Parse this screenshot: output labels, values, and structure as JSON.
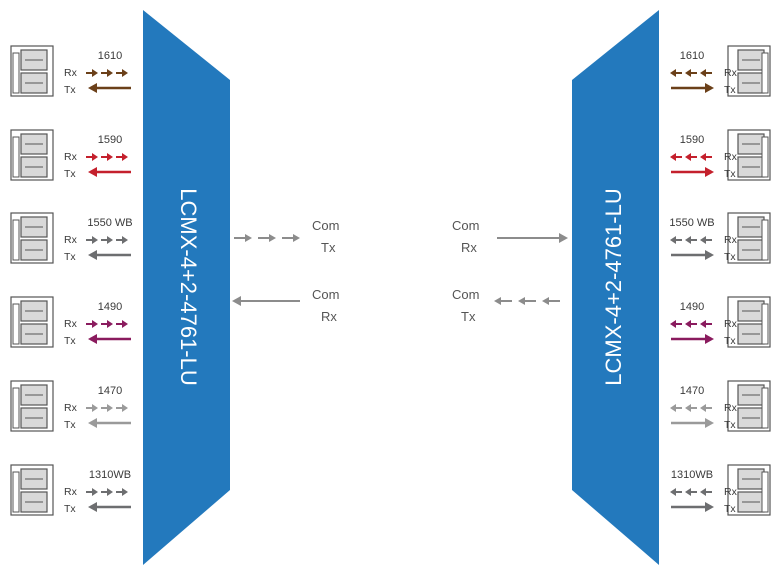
{
  "mux_left": {
    "label": "LCMX-4+2-4761-LU"
  },
  "mux_right": {
    "label": "LCMX-4+2-4761-LU"
  },
  "channels": [
    {
      "wavelength": "1610",
      "rx_label": "Rx",
      "tx_label": "Tx",
      "color": "#6b4019"
    },
    {
      "wavelength": "1590",
      "rx_label": "Rx",
      "tx_label": "Tx",
      "color": "#c4202c"
    },
    {
      "wavelength": "1550 WB",
      "rx_label": "Rx",
      "tx_label": "Tx",
      "color": "#6d6e70"
    },
    {
      "wavelength": "1490",
      "rx_label": "Rx",
      "tx_label": "Tx",
      "color": "#8a1b5e"
    },
    {
      "wavelength": "1470",
      "rx_label": "Rx",
      "tx_label": "Tx",
      "color": "#9a9a9a"
    },
    {
      "wavelength": "1310WB",
      "rx_label": "Rx",
      "tx_label": "Tx",
      "color": "#6d6e70"
    }
  ],
  "com_left": {
    "top": {
      "line1": "Com",
      "line2": "Tx"
    },
    "bottom": {
      "line1": "Com",
      "line2": "Rx"
    }
  },
  "com_right": {
    "top": {
      "line1": "Com",
      "line2": "Rx"
    },
    "bottom": {
      "line1": "Com",
      "line2": "Tx"
    }
  },
  "colors": {
    "mux_fill": "#2379bd",
    "com_arrow": "#8c8c8c",
    "port_stroke": "#555555",
    "port_fill": "#d9d9d9"
  }
}
